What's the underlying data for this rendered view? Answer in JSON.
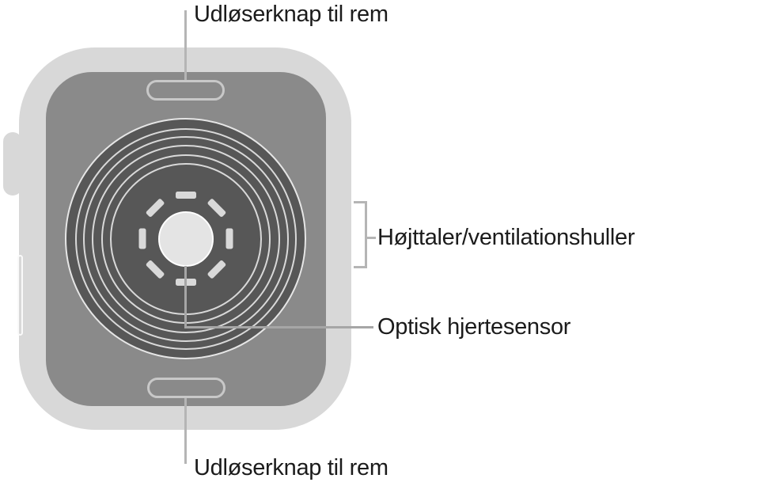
{
  "device": {
    "name": "apple-watch-back-diagram",
    "colors": {
      "case": "#d8d8d8",
      "back_plate": "#8a8a8a",
      "sensor_disc": "#575757",
      "ring_stroke": "#d9d9d9",
      "sensor_dash": "#d9d9d9",
      "sensor_center": "#e4e4e4",
      "button_stroke": "#c8c8c8",
      "pointer_line": "#b5b5b5",
      "label_text": "#1b1b1b"
    },
    "figure": {
      "ring_radii": [
        96,
        107,
        119,
        130,
        140
      ],
      "disc_radius": 152,
      "dash_count": 8,
      "dash_orbit_radius": 55
    }
  },
  "labels": {
    "top_band_release": "Udløserknap til rem",
    "speaker_vents": "Højttaler/ventilationshuller",
    "heart_sensor": "Optisk hjertesensor",
    "bottom_band_release": "Udløserknap til rem"
  }
}
